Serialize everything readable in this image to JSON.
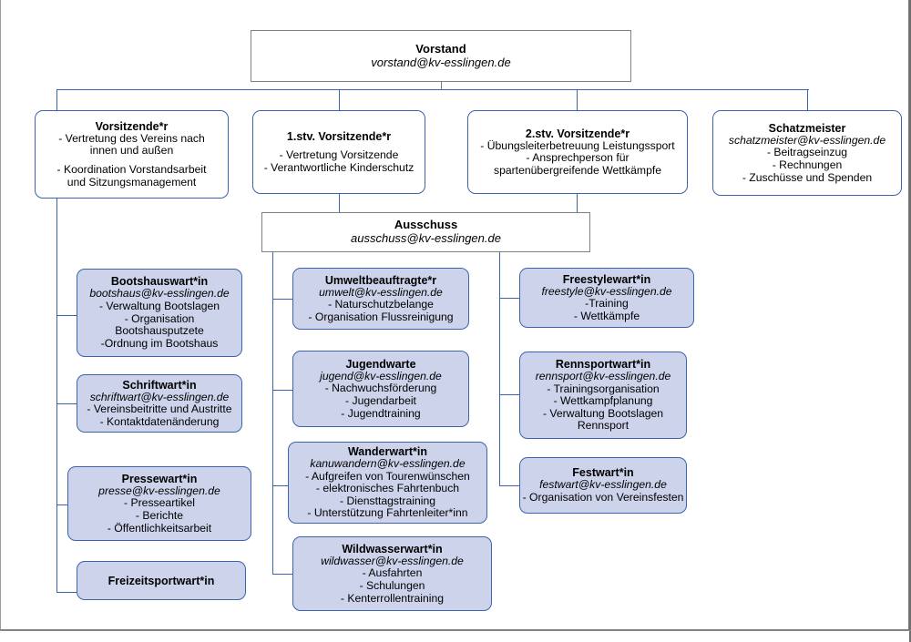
{
  "diagram": {
    "title": "Vereinsstruktur Organigramm",
    "colors": {
      "box_border_blue": "#3c64ac",
      "box_fill_light": "#ccd3ea",
      "box_fill_white": "#ffffff",
      "connector": "#3c64ac",
      "frame": "#7b7b7b"
    },
    "nodes": {
      "vorstand": {
        "title": "Vorstand",
        "email": "vorstand@kv-esslingen.de"
      },
      "vorsitzende": {
        "title": "Vorsitzende*r",
        "lines": [
          "- Vertretung des Vereins nach",
          "innen und außen",
          "",
          "- Koordination Vorstandsarbeit",
          "und Sitzungsmanagement"
        ]
      },
      "stv1": {
        "title": "1.stv. Vorsitzende*r",
        "lines": [
          "- Vertretung Vorsitzende",
          "- Verantwortliche Kinderschutz"
        ]
      },
      "stv2": {
        "title": "2.stv. Vorsitzende*r",
        "lines": [
          "- Übungsleiterbetreuung Leistungssport",
          "- Ansprechperson für",
          "spartenübergreifende Wettkämpfe"
        ]
      },
      "schatzmeister": {
        "title": "Schatzmeister",
        "email": "schatzmeister@kv-esslingen.de",
        "lines": [
          "- Beitragseinzug",
          "- Rechnungen",
          "- Zuschüsse und Spenden"
        ]
      },
      "ausschuss": {
        "title": "Ausschuss",
        "email": "ausschuss@kv-esslingen.de"
      },
      "bootshauswart": {
        "title": "Bootshauswart*in",
        "email": "bootshaus@kv-esslingen.de",
        "lines": [
          "- Verwaltung Bootslagen",
          "- Organisation",
          "Bootshausputzete",
          "-Ordnung im Bootshaus"
        ]
      },
      "schriftwart": {
        "title": "Schriftwart*in",
        "email": "schriftwart@kv-esslingen.de",
        "lines": [
          "- Vereinsbeitritte und Austritte",
          "- Kontaktdatenänderung"
        ]
      },
      "pressewart": {
        "title": "Pressewart*in",
        "email": "presse@kv-esslingen.de",
        "lines": [
          "- Presseartikel",
          "- Berichte",
          "- Öffentlichkeitsarbeit"
        ]
      },
      "freizeitsportwart": {
        "title": "Freizeitsportwart*in",
        "lines": []
      },
      "umweltbeauftragte": {
        "title": "Umweltbeauftragte*r",
        "email": "umwelt@kv-esslingen.de",
        "lines": [
          "- Naturschutzbelange",
          "- Organisation Flussreinigung"
        ]
      },
      "jugendwarte": {
        "title": "Jugendwarte",
        "email": "jugend@kv-esslingen.de",
        "lines": [
          "- Nachwuchsförderung",
          "- Jugendarbeit",
          "- Jugendtraining"
        ]
      },
      "wanderwart": {
        "title": "Wanderwart*in",
        "email": "kanuwandern@kv-esslingen.de",
        "lines": [
          "- Aufgreifen von Tourenwünschen",
          "- elektronisches Fahrtenbuch",
          "- Diensttagstraining",
          "- Unterstützung Fahrtenleiter*inn"
        ]
      },
      "wildwasserwart": {
        "title": "Wildwasserwart*in",
        "email": "wildwasser@kv-esslingen.de",
        "lines": [
          "- Ausfahrten",
          "- Schulungen",
          "- Kenterrollentraining"
        ]
      },
      "freestylewart": {
        "title": "Freestylewart*in",
        "email": "freestyle@kv-esslingen.de",
        "lines": [
          "-Training",
          "- Wettkämpfe"
        ]
      },
      "rennsportwart": {
        "title": "Rennsportwart*in",
        "email": "rennsport@kv-esslingen.de",
        "lines": [
          "- Trainingsorganisation",
          "- Wettkampfplanung",
          "- Verwaltung Bootslagen",
          "Rennsport"
        ]
      },
      "festwart": {
        "title": "Festwart*in",
        "email": "festwart@kv-esslingen.de",
        "lines": [
          "- Organisation von Vereinsfesten"
        ]
      }
    }
  }
}
